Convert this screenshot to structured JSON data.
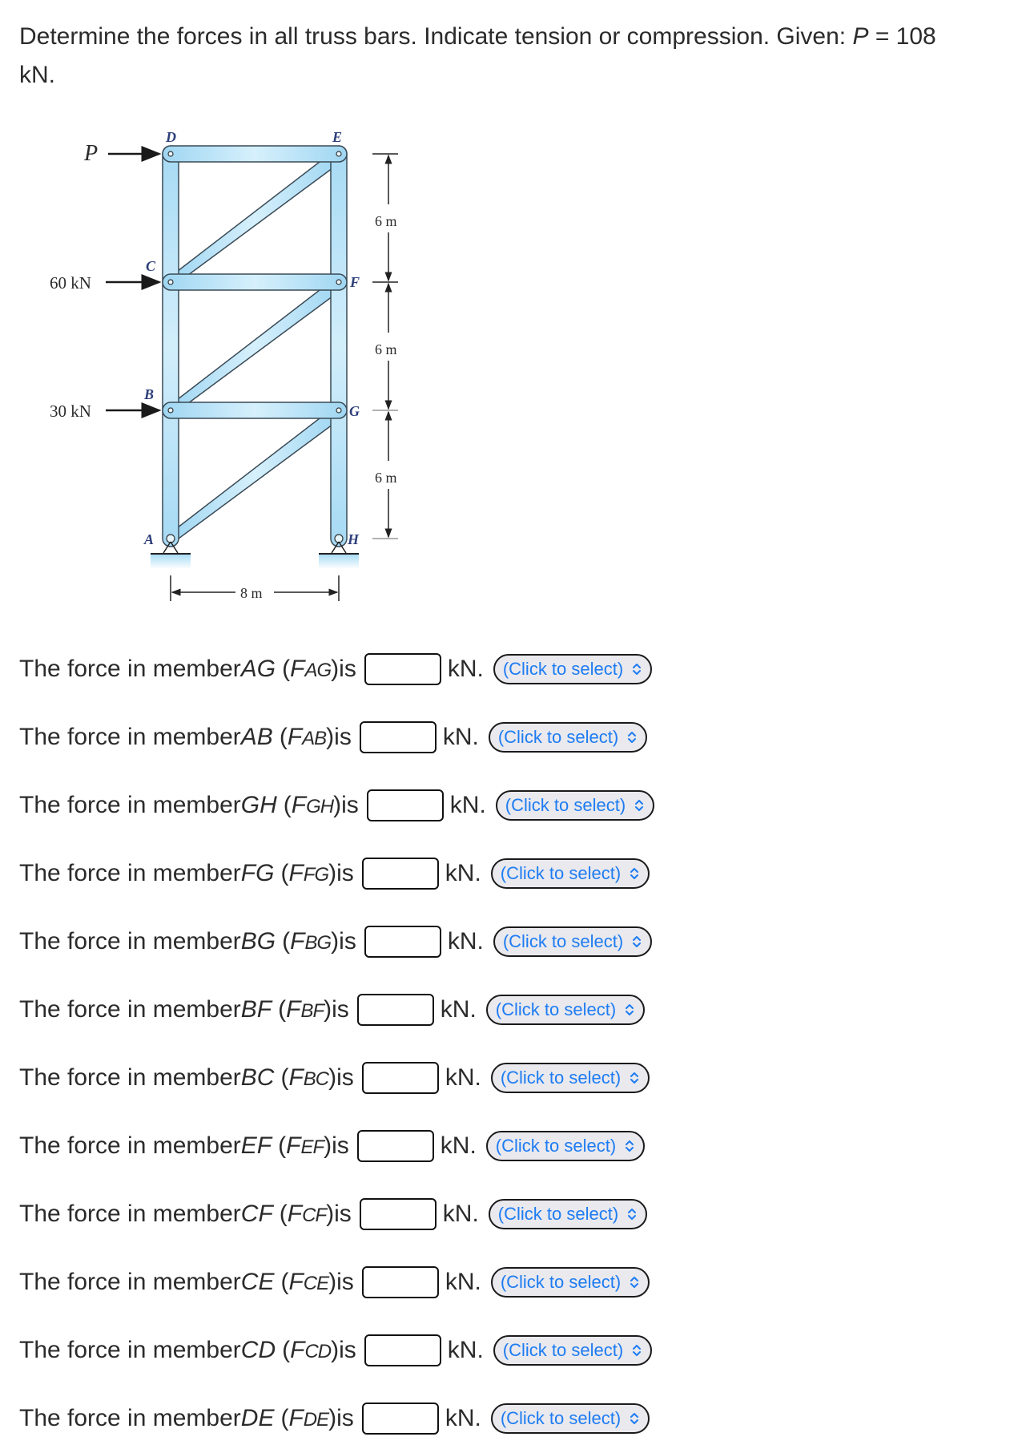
{
  "prompt": {
    "text_before": "Determine the forces in all truss bars. Indicate tension or compression. Given: ",
    "var": "P",
    "equals": " = 108",
    "text_after": "kN."
  },
  "figure": {
    "joints": [
      "A",
      "B",
      "C",
      "D",
      "E",
      "F",
      "G",
      "H"
    ],
    "loads": {
      "P_label": "P",
      "c_load": "60 kN",
      "b_load": "30 kN"
    },
    "dimensions": {
      "panel_1": "6 m",
      "panel_2": "6 m",
      "panel_3": "6 m",
      "width": "8 m"
    },
    "colors": {
      "member_fill": "#a8dcf5",
      "member_stroke": "#3a4a55",
      "ground_fill": "#bfe6f8"
    }
  },
  "rows": [
    {
      "prefix": "The force in member ",
      "member": "AG",
      "sub": "AG",
      "suffix": " is",
      "value": "",
      "unit": "kN.",
      "select": "(Click to select)"
    },
    {
      "prefix": "The force in member ",
      "member": "AB",
      "sub": "AB",
      "suffix": " is",
      "value": "",
      "unit": "kN.",
      "select": "(Click to select)"
    },
    {
      "prefix": "The force in member ",
      "member": "GH",
      "sub": "GH",
      "suffix": " is",
      "value": "",
      "unit": "kN.",
      "select": "(Click to select)"
    },
    {
      "prefix": "The force in member ",
      "member": "FG",
      "sub": "FG",
      "suffix": " is",
      "value": "",
      "unit": "kN.",
      "select": "(Click to select)"
    },
    {
      "prefix": "The force in member ",
      "member": "BG",
      "sub": "BG",
      "suffix": " is",
      "value": "",
      "unit": "kN.",
      "select": "(Click to select)"
    },
    {
      "prefix": "The force in member ",
      "member": "BF",
      "sub": "BF",
      "suffix": " is",
      "value": "",
      "unit": "kN.",
      "select": "(Click to select)"
    },
    {
      "prefix": "The force in member ",
      "member": "BC",
      "sub": "BC",
      "suffix": " is",
      "value": "",
      "unit": "kN.",
      "select": "(Click to select)"
    },
    {
      "prefix": "The force in member ",
      "member": "EF",
      "sub": "EF",
      "suffix": " is",
      "value": "",
      "unit": "kN.",
      "select": "(Click to select)"
    },
    {
      "prefix": "The force in member ",
      "member": "CF",
      "sub": "CF",
      "suffix": " is",
      "value": "",
      "unit": "kN.",
      "select": "(Click to select)"
    },
    {
      "prefix": "The force in member ",
      "member": "CE",
      "sub": "CE",
      "suffix": " is",
      "value": "",
      "unit": "kN.",
      "select": "(Click to select)"
    },
    {
      "prefix": "The force in member ",
      "member": "CD",
      "sub": "CD",
      "suffix": " is",
      "value": "",
      "unit": "kN.",
      "select": "(Click to select)"
    },
    {
      "prefix": "The force in member ",
      "member": "DE",
      "sub": "DE",
      "suffix": " is",
      "value": "",
      "unit": "kN.",
      "select": "(Click to select)"
    }
  ]
}
